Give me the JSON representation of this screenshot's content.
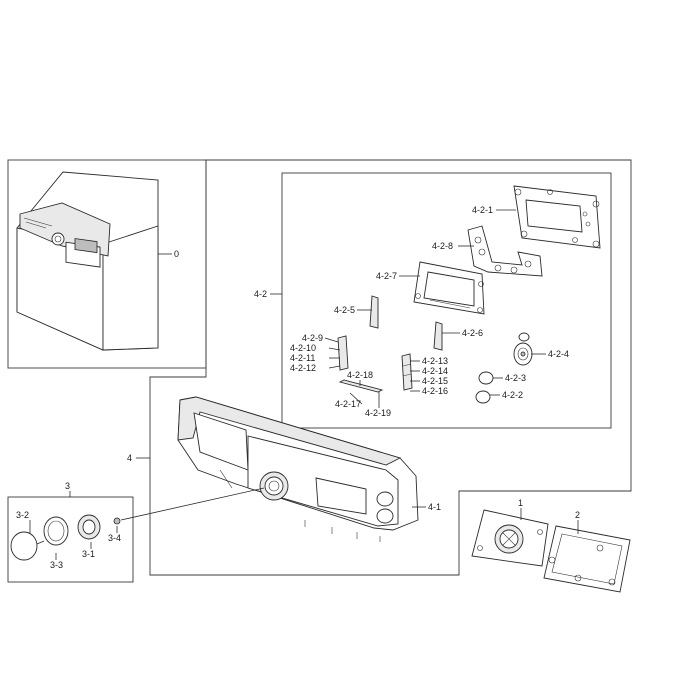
{
  "labels": {
    "l0": "0",
    "l4_2": "4-2",
    "l4": "4",
    "l3": "3",
    "l4_1": "4-1",
    "l1": "1",
    "l2": "2",
    "l3_2": "3-2",
    "l3_3": "3-3",
    "l3_1": "3-1",
    "l3_4": "3-4",
    "l4_2_1": "4-2-1",
    "l4_2_8": "4-2-8",
    "l4_2_7": "4-2-7",
    "l4_2_5": "4-2-5",
    "l4_2_6": "4-2-6",
    "l4_2_9": "4-2-9",
    "l4_2_10": "4-2-10",
    "l4_2_11": "4-2-11",
    "l4_2_12": "4-2-12",
    "l4_2_4": "4-2-4",
    "l4_2_13": "4-2-13",
    "l4_2_14": "4-2-14",
    "l4_2_15": "4-2-15",
    "l4_2_16": "4-2-16",
    "l4_2_18": "4-2-18",
    "l4_2_17": "4-2-17",
    "l4_2_19": "4-2-19",
    "l4_2_3": "4-2-3",
    "l4_2_2": "4-2-2"
  }
}
